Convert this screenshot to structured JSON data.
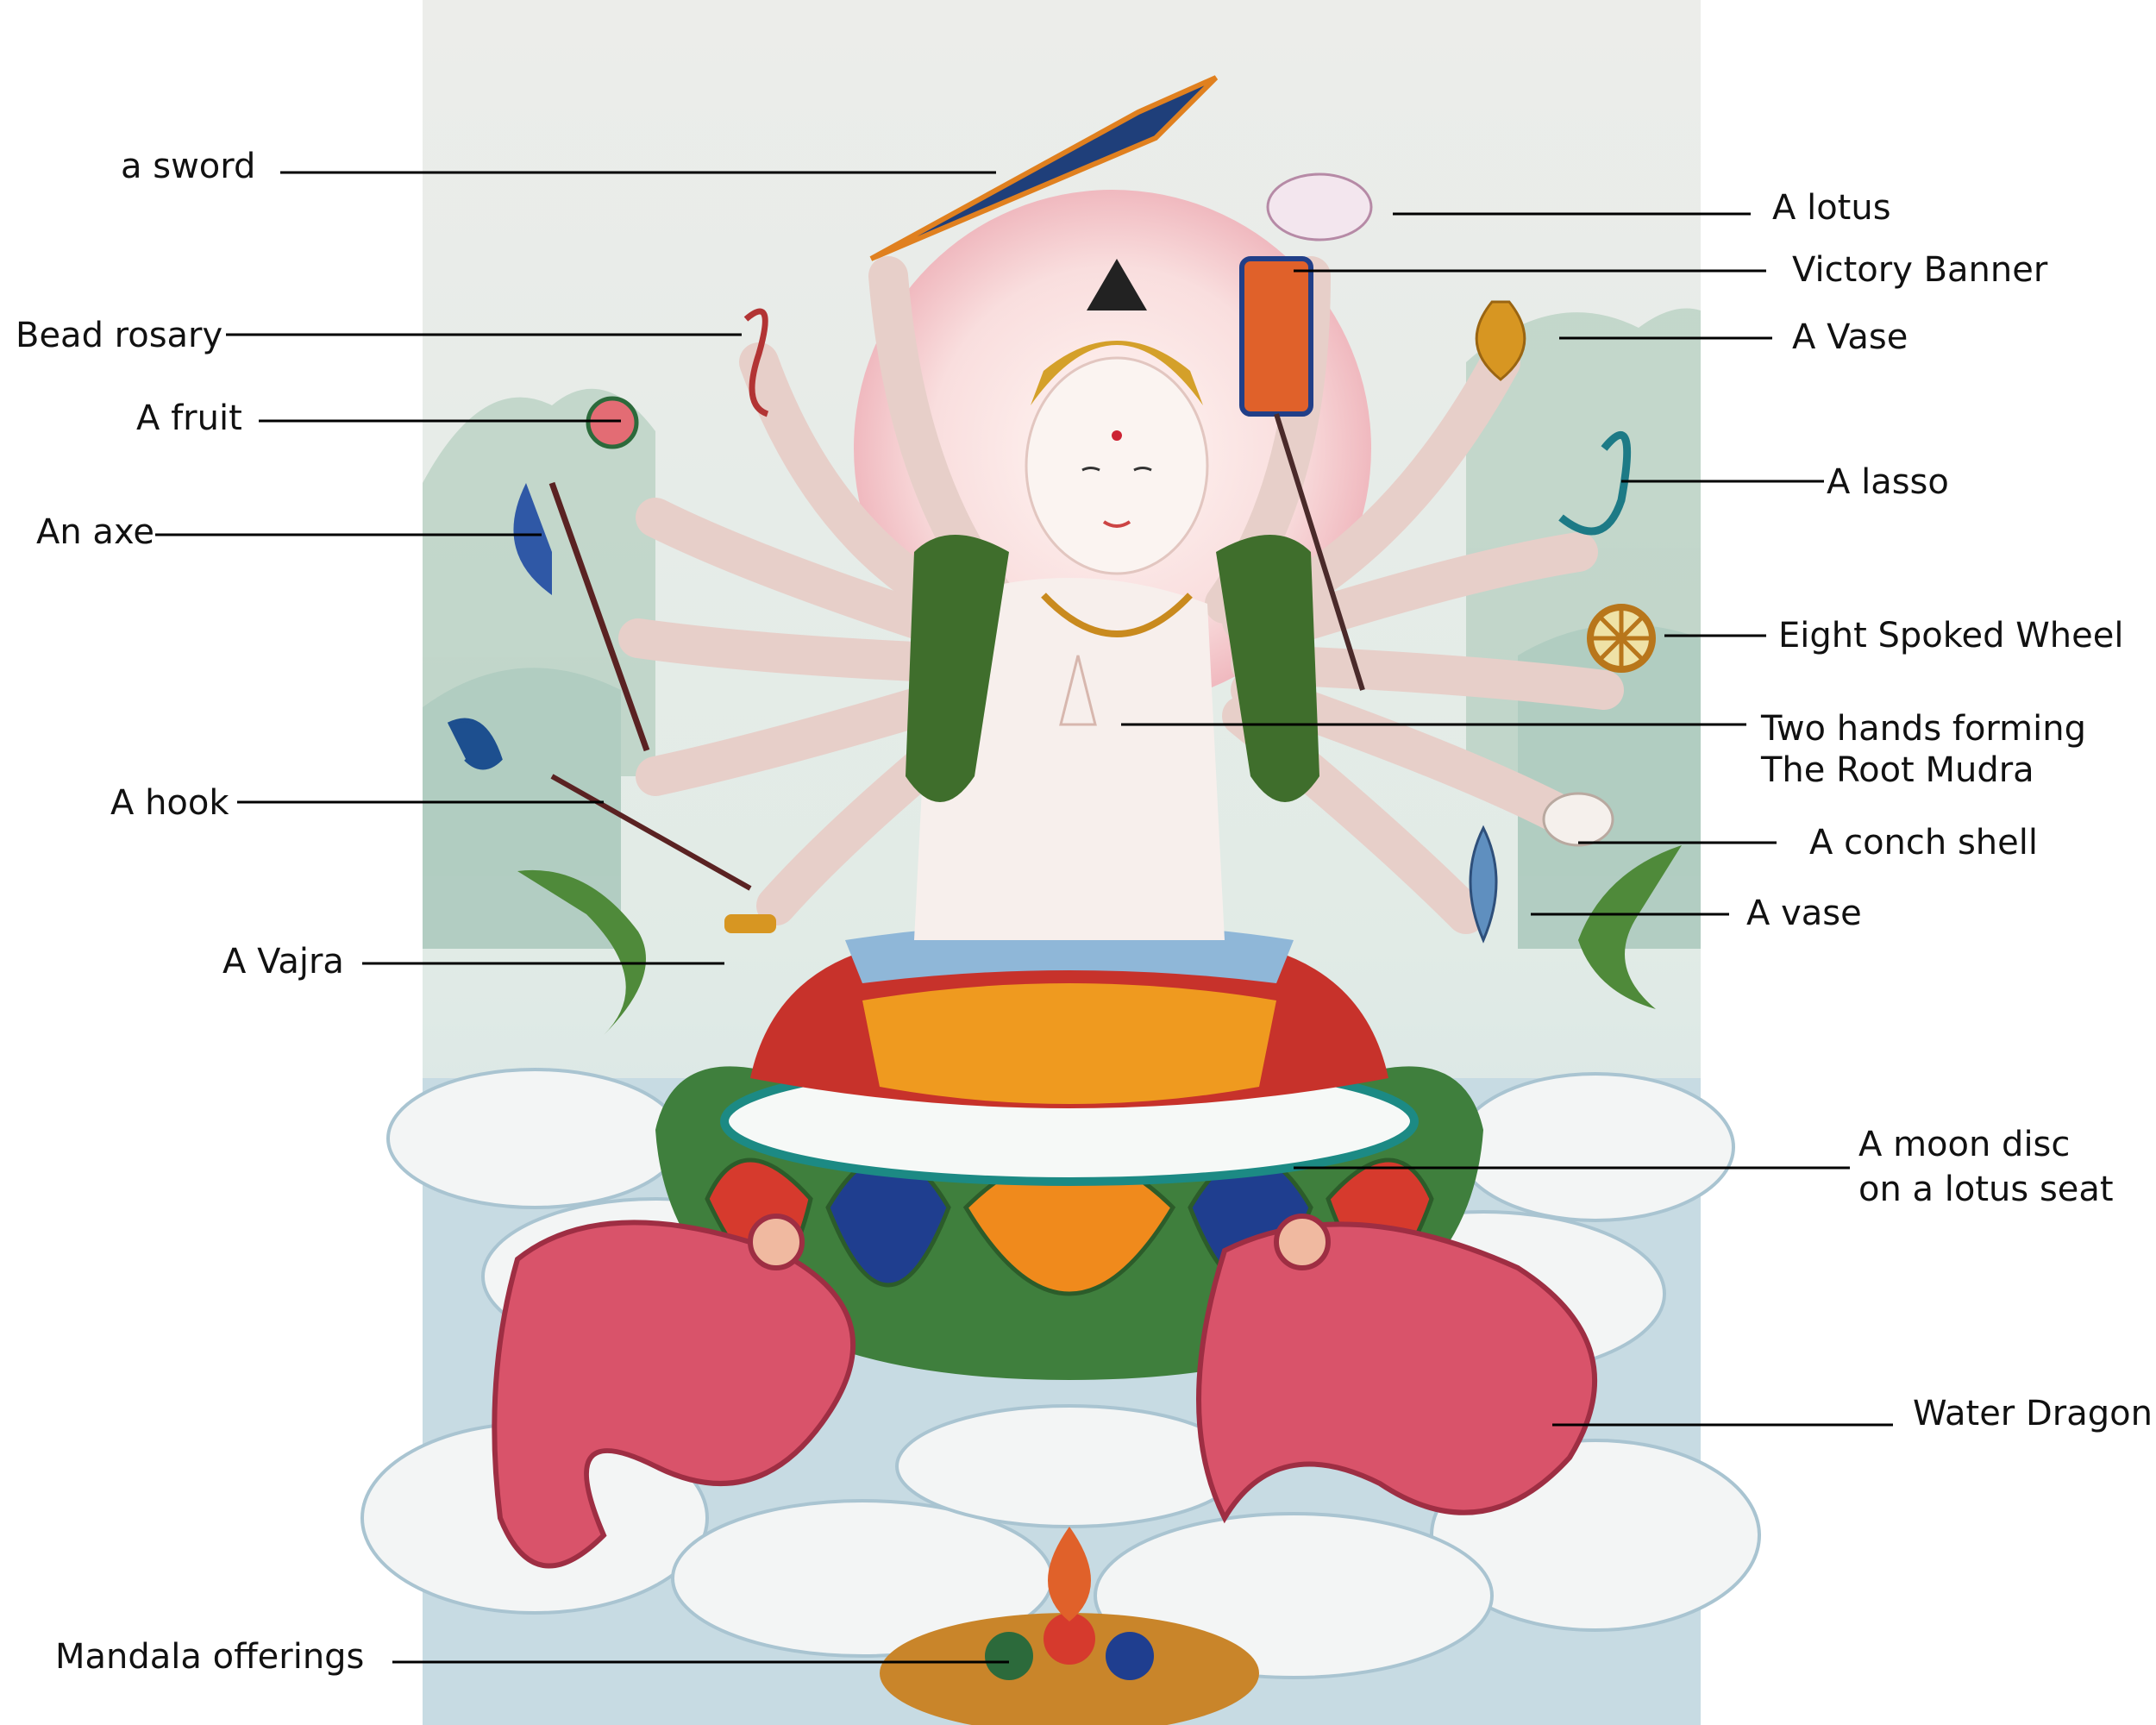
{
  "figure": {
    "description_free": true,
    "colors": {
      "background": "#ffffff",
      "painting_sky": "#e9ece6",
      "halo": "#f3c9cc",
      "body": "#f7eeea",
      "green_robe": "#3f6e2c",
      "red_robe": "#c7322b",
      "orange_robe": "#ef9a1f",
      "blue_sash": "#8fb7d8",
      "lotus_green": "#4f8a3a",
      "dragon_red": "#d9536a",
      "gold": "#c98a1e",
      "cloud": "#f2f4f5",
      "water": "#b9d2de"
    },
    "labels": {
      "sword": "a sword",
      "bead_rosary": "Bead rosary",
      "fruit": "A fruit",
      "axe": "An axe",
      "hook": "A hook",
      "vajra": "A Vajra",
      "mandala": "Mandala offerings",
      "lotus": "A lotus",
      "victory_banner": "Victory Banner",
      "vase_top": "A Vase",
      "lasso": "A lasso",
      "wheel": "Eight Spoked Wheel",
      "two_hands_line1": "Two hands forming",
      "two_hands_line2": "The Root Mudra",
      "conch": "A conch shell",
      "vase_lower": "A vase",
      "moon_disc_line1": "A moon disc",
      "moon_disc_line2": "on a lotus seat",
      "dragon": "Water Dragon"
    }
  }
}
